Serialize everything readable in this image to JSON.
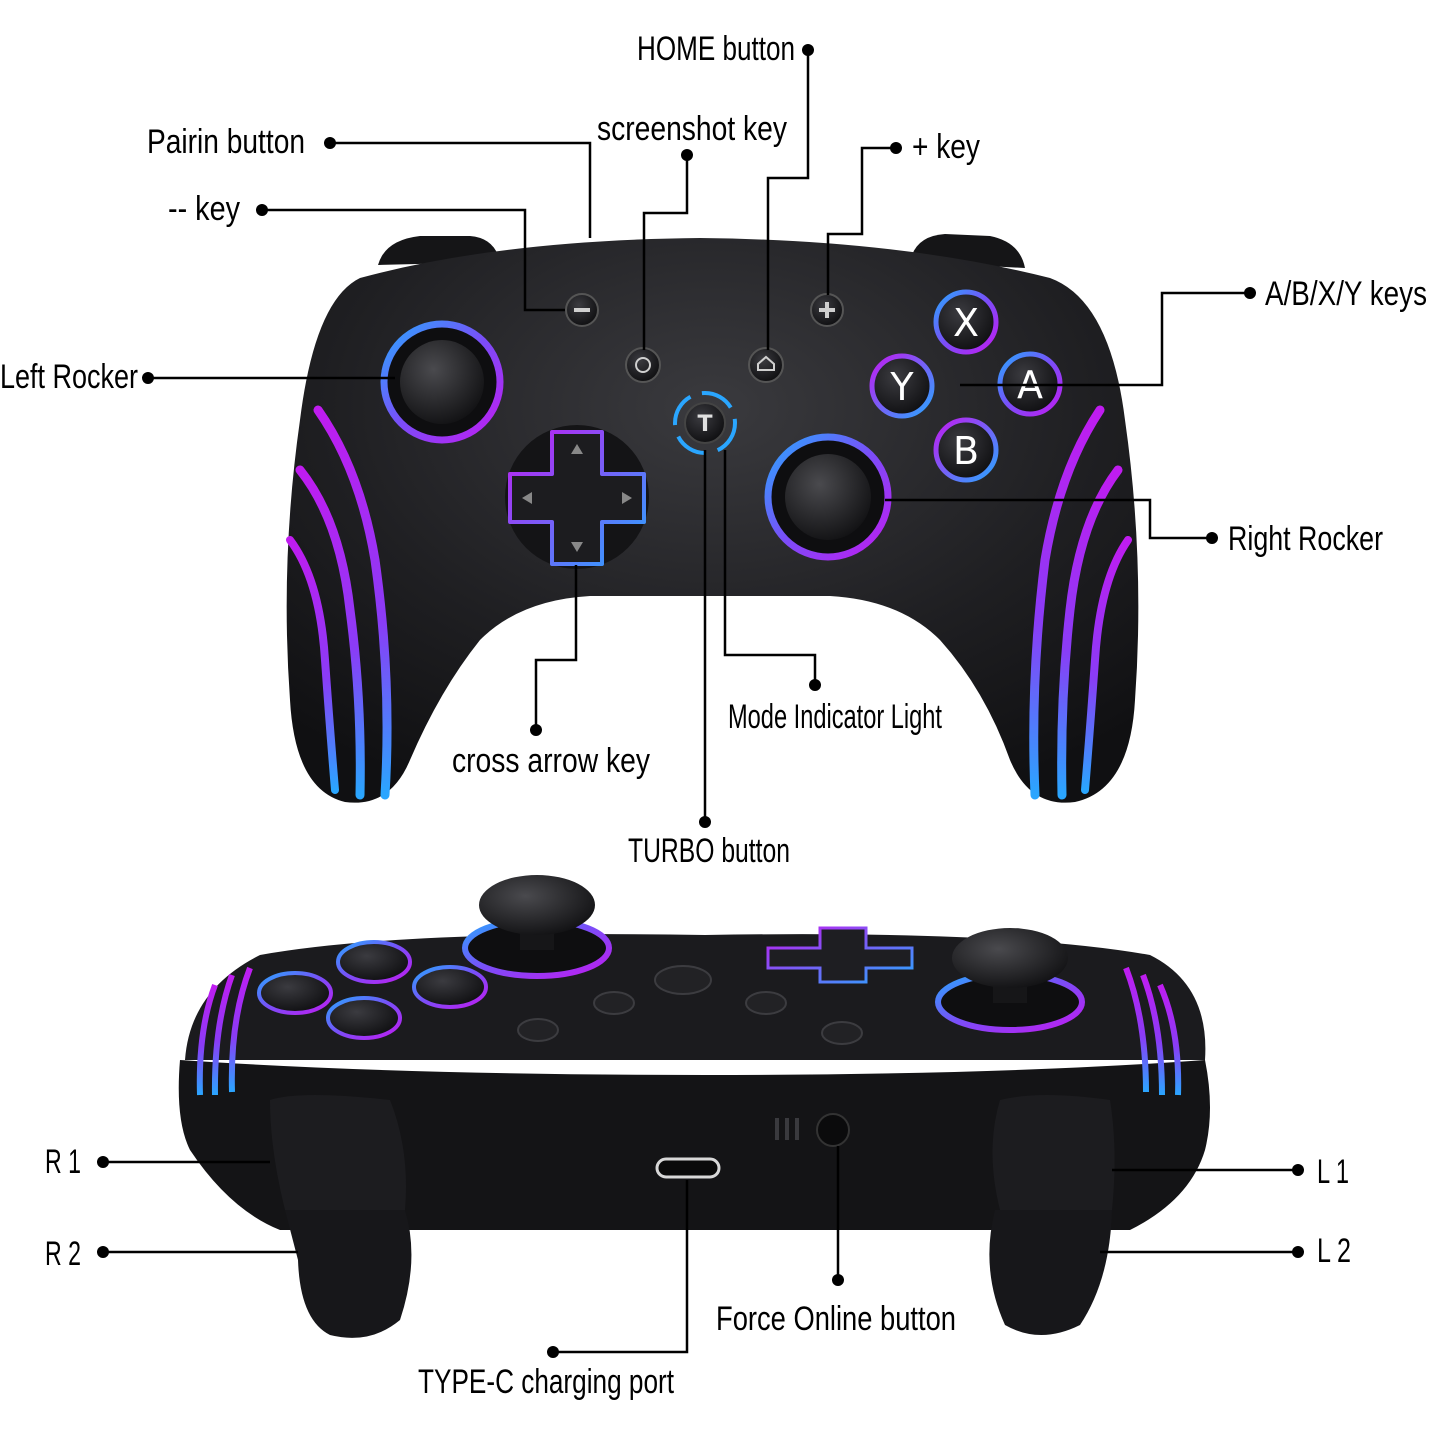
{
  "labels": {
    "home_button": "HOME button",
    "pairin_button": "Pairin button",
    "screenshot_key": "screenshot key",
    "plus_key": "+ key",
    "minus_key": "-- key",
    "abxy_keys": "A/B/X/Y keys",
    "left_rocker": "Left Rocker",
    "right_rocker": "Right Rocker",
    "cross_arrow_key": "cross arrow key",
    "mode_indicator_light": "Mode Indicator Light",
    "turbo_button": "TURBO button",
    "r1": "R 1",
    "r2": "R 2",
    "l1": "L 1",
    "l2": "L 2",
    "force_online_button": "Force Online button",
    "typec_port": "TYPE-C charging port"
  },
  "buttons": {
    "x": "X",
    "y": "Y",
    "a": "A",
    "b": "B",
    "t": "T",
    "minus": "−",
    "plus": "+"
  },
  "colors": {
    "body": "#1c1c1e",
    "body_highlight": "#3a3a3d",
    "led_purple": "#b020e8",
    "led_blue": "#2aa6ff",
    "line": "#000000"
  }
}
